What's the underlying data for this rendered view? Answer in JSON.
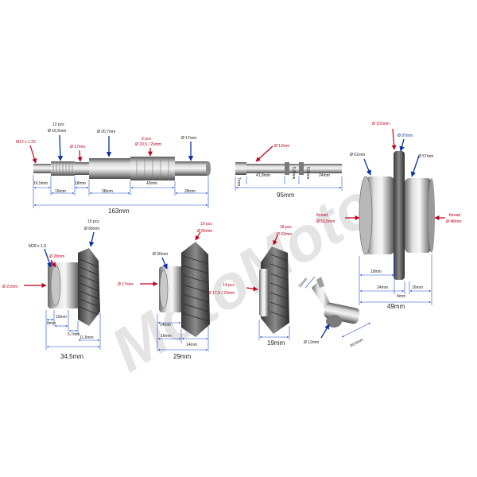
{
  "watermark": {
    "text": "MotoMoto",
    "color": "#cfcfcf"
  },
  "colors": {
    "red": "#c0001a",
    "blue": "#0a2fa8",
    "dim": "#1a4fd0",
    "metal": "#9a9a9a"
  },
  "shaft": {
    "thread": "M12 x 1.25",
    "spline_count": "12 pcs",
    "spline_dia": "Ø 16,5mm",
    "dia_17": "Ø 17mm",
    "dia_20_7": "Ø 20,7mm",
    "splines2_count": "6 pcs",
    "splines2_dia": "Ø 20,5 / 26mm",
    "dia_17_end": "Ø 17mm",
    "len_16_5": "16,5mm",
    "len_19": "19mm",
    "len_18": "18mm",
    "len_38": "38mm",
    "len_43": "43mm",
    "len_28": "28mm",
    "total": "163mm"
  },
  "pin": {
    "dia": "Ø 12mm",
    "len_7": "7mm",
    "len_41_8": "41,8mm",
    "len_5_8": "5,8mm",
    "len_5_5": "5,5mm",
    "len_24": "24mm",
    "total": "95mm"
  },
  "hub": {
    "dia_101": "Ø 101mm",
    "dia_97": "Ø 97mm",
    "dia_61": "Ø 61mm",
    "dia_57": "Ø 57mm",
    "thread_left_word": "thread",
    "thread_left": "Ø 53,5mm",
    "thread_right_word": "thread",
    "thread_right": "Ø 48mm",
    "len_18": "18mm",
    "len_24": "24mm",
    "len_6": "6mm",
    "len_16": "16mm",
    "total": "49mm"
  },
  "gear1": {
    "thread": "M28 x 1.0",
    "teeth": "19 pcs",
    "dia_66": "Ø 66mm",
    "dia_28": "Ø 28mm",
    "dia_21": "Ø 21mm",
    "len_8": "8mm",
    "len_10": "10mm",
    "len_5_7": "5,7mm",
    "len_11_6": "11,6mm",
    "total": "34,5mm"
  },
  "gear2": {
    "dia_30": "Ø 30mm",
    "teeth": "19 pcs",
    "dia_66": "Ø 66mm",
    "dia_17": "Ø 17mm",
    "len_14a": "14mm",
    "len_16": "16mm",
    "len_14b": "14mm",
    "total": "29mm"
  },
  "gear3": {
    "teeth": "18 pcs",
    "dia_63": "Ø 63mm",
    "spline_count": "14 pcs",
    "spline_dia": "Ø 17,5 / 20mm",
    "len_19": "19mm"
  },
  "fork": {
    "len_32": "32mm",
    "dia_12": "Ø 12mm",
    "len_30_5": "30,5mm"
  }
}
